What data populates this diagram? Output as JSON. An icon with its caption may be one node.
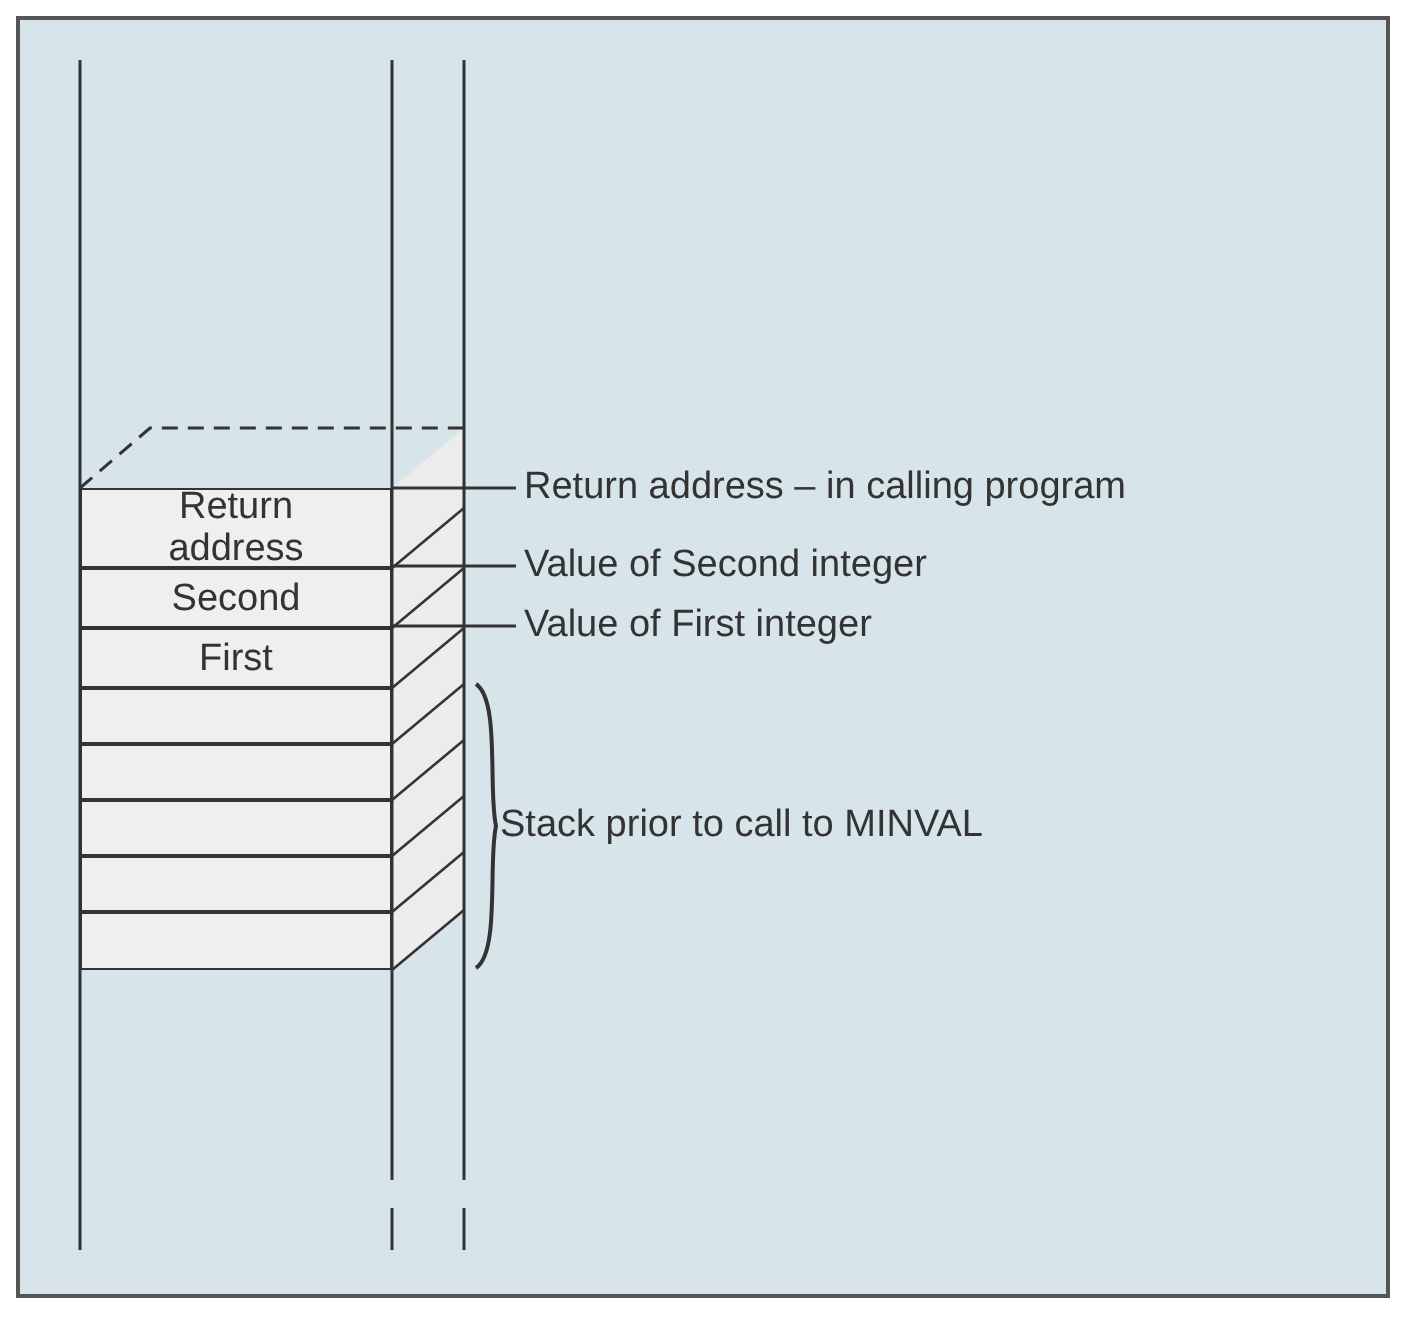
{
  "diagram": {
    "nodes": [
      {
        "text": [
          "Return address"
        ]
      },
      {
        "text": [
          "Second"
        ]
      },
      {
        "text": [
          "First"
        ]
      },
      {
        "text": [],
        "shape": "box"
      },
      {
        "text": [],
        "shape": "box"
      },
      {
        "text": [],
        "shape": "box"
      },
      {
        "text": [],
        "shape": "box"
      },
      {
        "text": [],
        "shape": "box"
      },
      {
        "text": [
          "Return address – in calling program"
        ]
      },
      {
        "text": [
          "Value of Second integer"
        ]
      },
      {
        "text": [
          "Value of First integer"
        ]
      }
    ],
    "edges": [
      {
        "from": 8,
        "to": 0,
        "arrow": "none"
      },
      {
        "from": 9,
        "to": 1,
        "arrow": "none"
      },
      {
        "from": 10,
        "to": 2,
        "arrow": "none"
      }
    ],
    "labels": [
      "Stack prior to call to MINVAL"
    ]
  }
}
